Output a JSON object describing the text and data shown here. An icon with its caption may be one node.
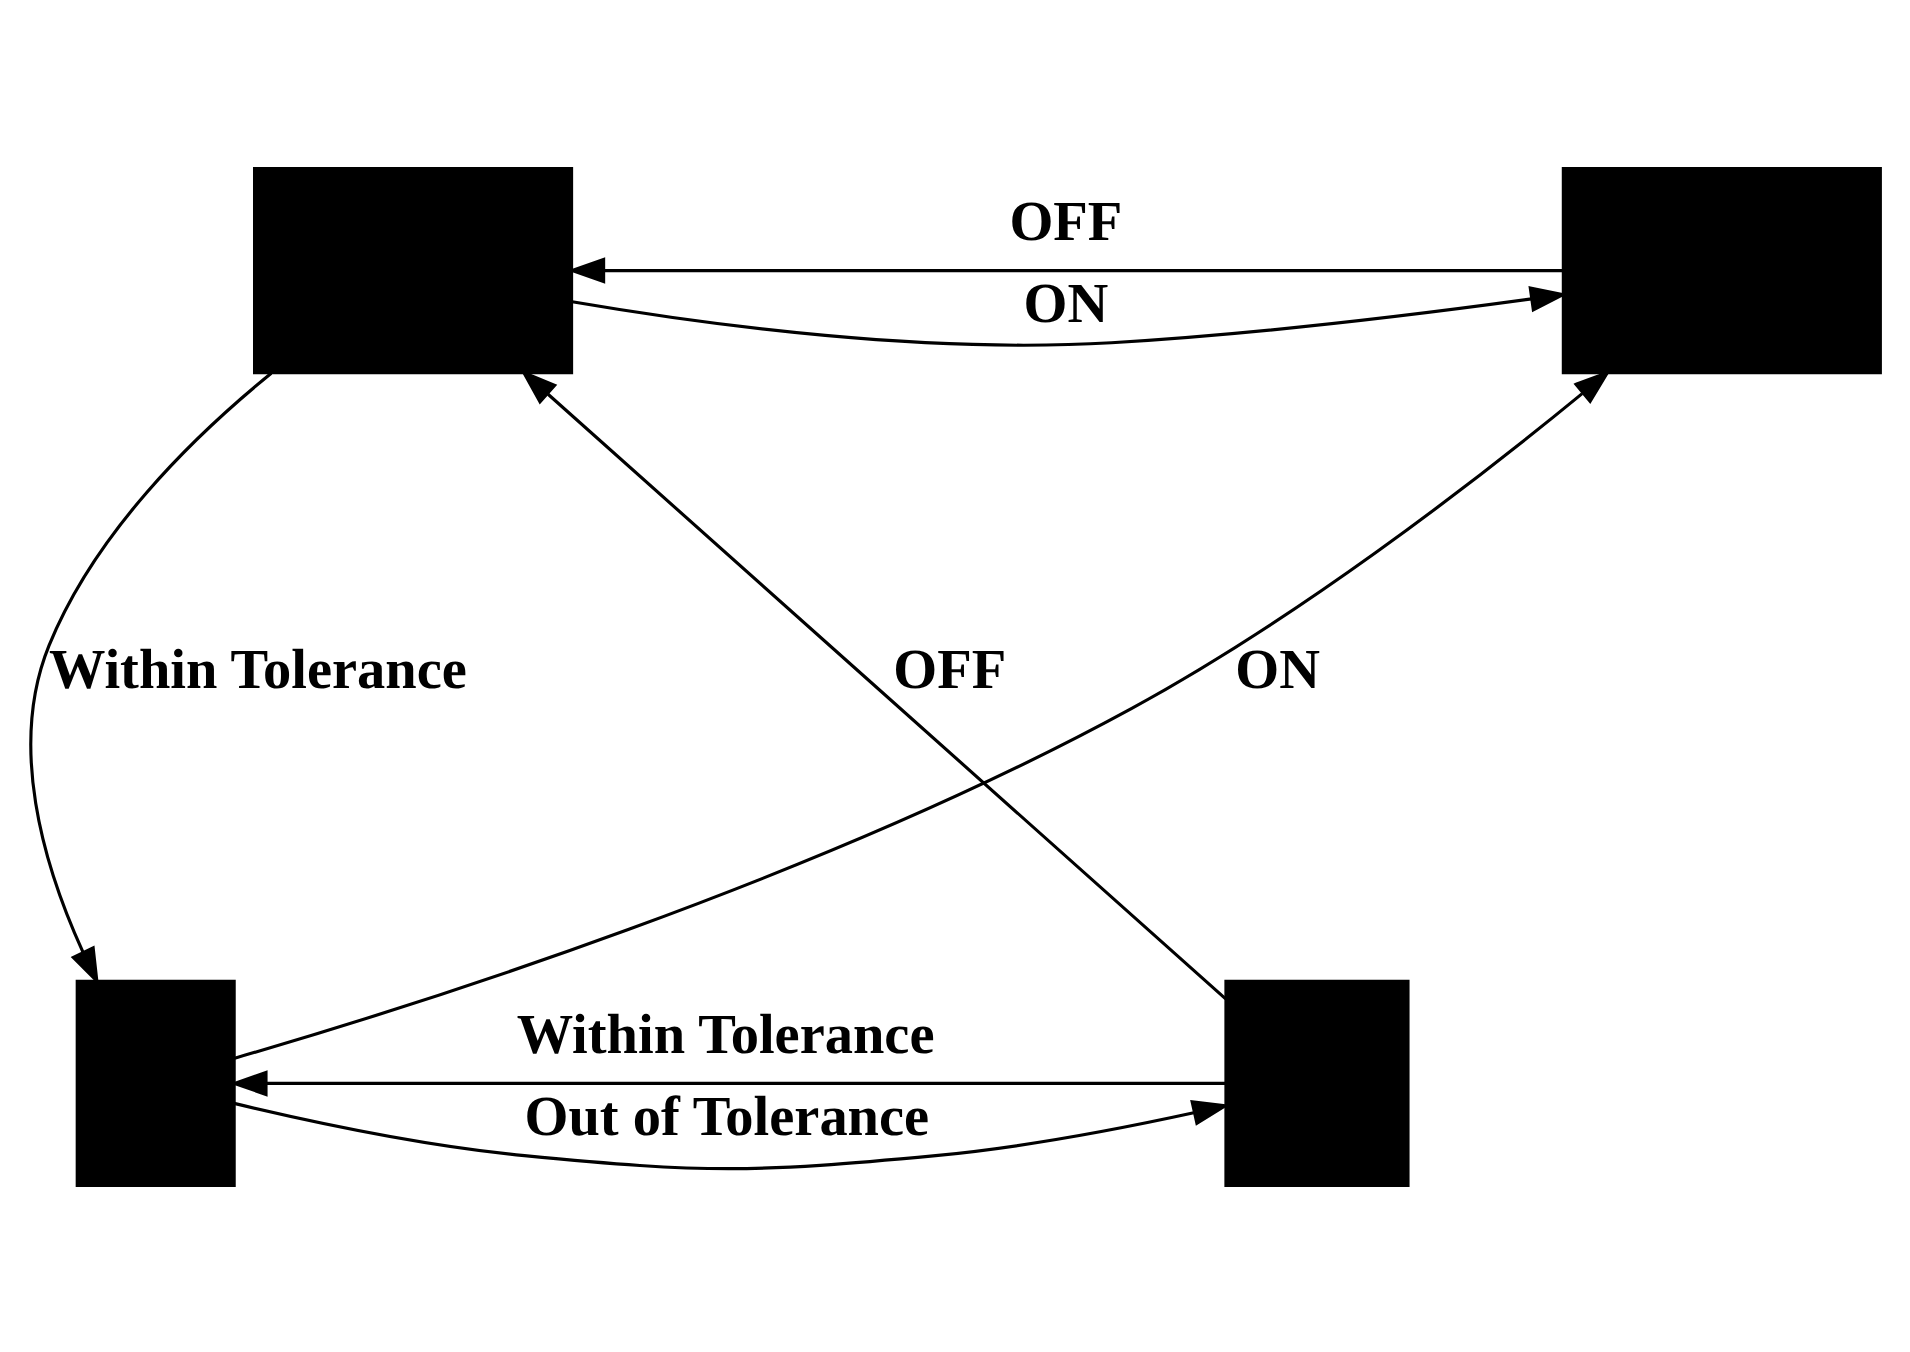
{
  "diagram": {
    "nodes": [
      {
        "text": [],
        "shape": "box"
      },
      {
        "text": [],
        "shape": "box"
      },
      {
        "text": [],
        "shape": "box"
      },
      {
        "text": [],
        "shape": "box"
      }
    ],
    "edges": [
      {
        "from": 0,
        "to": 1,
        "arrow": "to",
        "label": "ON"
      },
      {
        "from": 1,
        "to": 0,
        "arrow": "to",
        "label": "OFF"
      },
      {
        "from": 3,
        "to": 0,
        "arrow": "to",
        "label": "OFF"
      },
      {
        "from": 2,
        "to": 1,
        "arrow": "to",
        "label": "ON"
      },
      {
        "from": 0,
        "to": 2,
        "arrow": "to",
        "label": "Within Tolerance"
      },
      {
        "from": 2,
        "to": 3,
        "arrow": "to",
        "label": "Out of Tolerance"
      },
      {
        "from": 3,
        "to": 2,
        "arrow": "to",
        "label": "Within Tolerance"
      }
    ]
  }
}
